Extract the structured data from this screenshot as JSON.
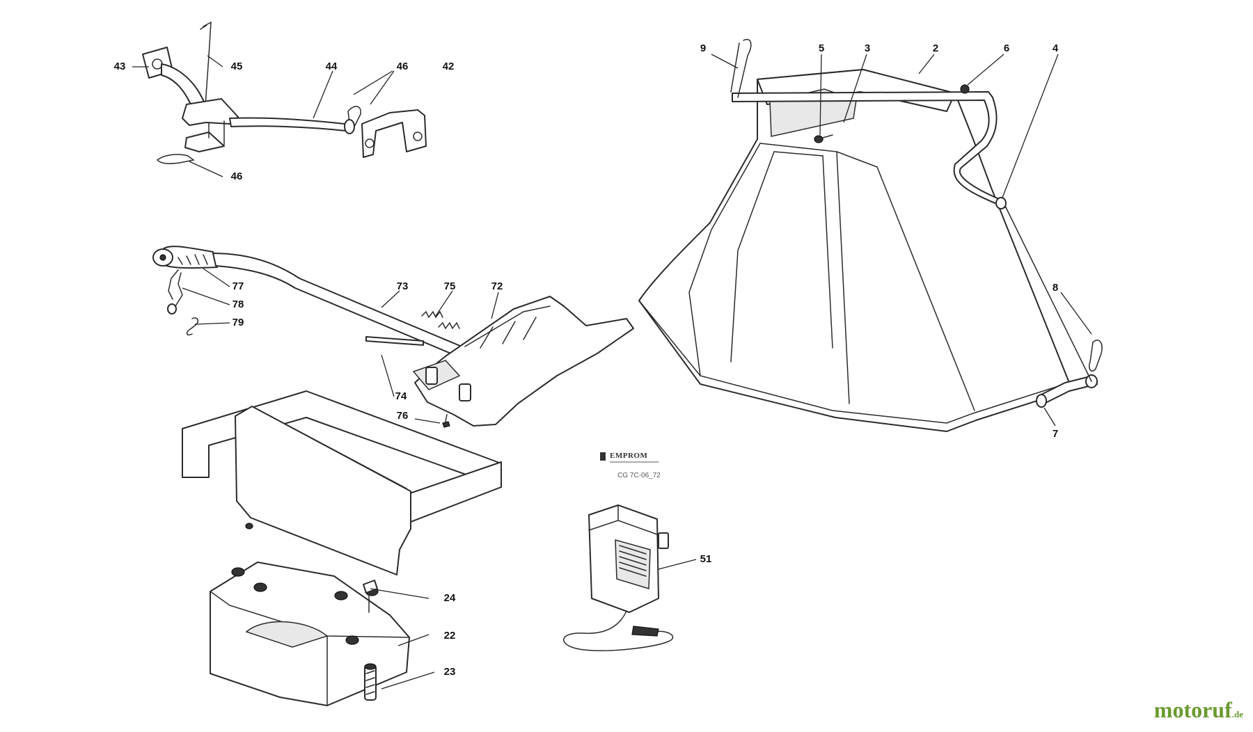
{
  "labels": {
    "p43": "43",
    "p45": "45",
    "p44": "44",
    "p46a": "46",
    "p42": "42",
    "p46b": "46",
    "p9": "9",
    "p5": "5",
    "p3": "3",
    "p2": "2",
    "p6": "6",
    "p4": "4",
    "p8": "8",
    "p7": "7",
    "p77": "77",
    "p78": "78",
    "p79": "79",
    "p73": "73",
    "p75": "75",
    "p72": "72",
    "p74": "74",
    "p76": "76",
    "p24": "24",
    "p22": "22",
    "p23": "23",
    "p51": "51"
  },
  "drawing": {
    "brand": "EMPROM",
    "code": "CG 7C-06_72"
  },
  "watermark": {
    "text": "motoruf",
    "suffix": ".de",
    "color": "#6a9a2e"
  }
}
